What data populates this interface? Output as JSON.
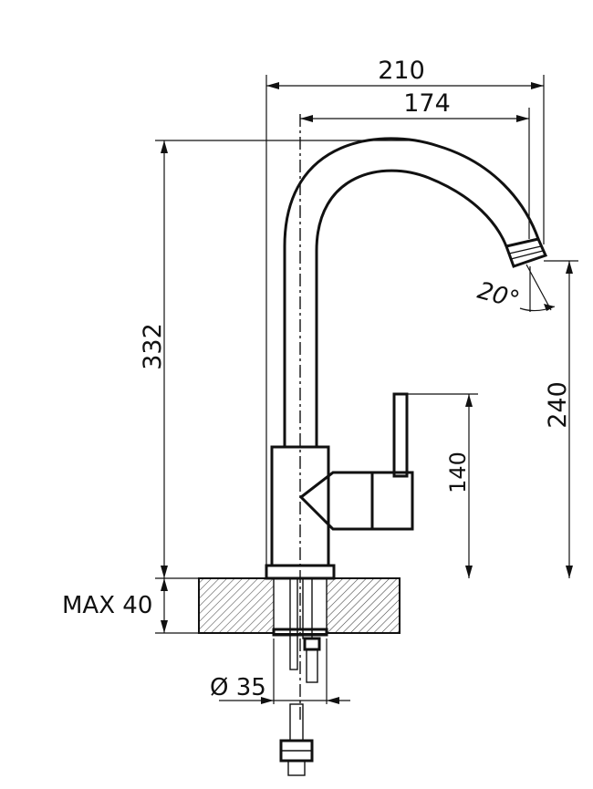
{
  "dimensions": {
    "overall_width": "210",
    "spout_reach": "174",
    "overall_height": "332",
    "spout_height": "240",
    "lever_height": "140",
    "max_thickness": "MAX 40",
    "hole_diameter": "Ø 35",
    "swivel_angle": "20°"
  },
  "colors": {
    "line": "#111111",
    "background": "#ffffff",
    "hatch": "#444444"
  }
}
